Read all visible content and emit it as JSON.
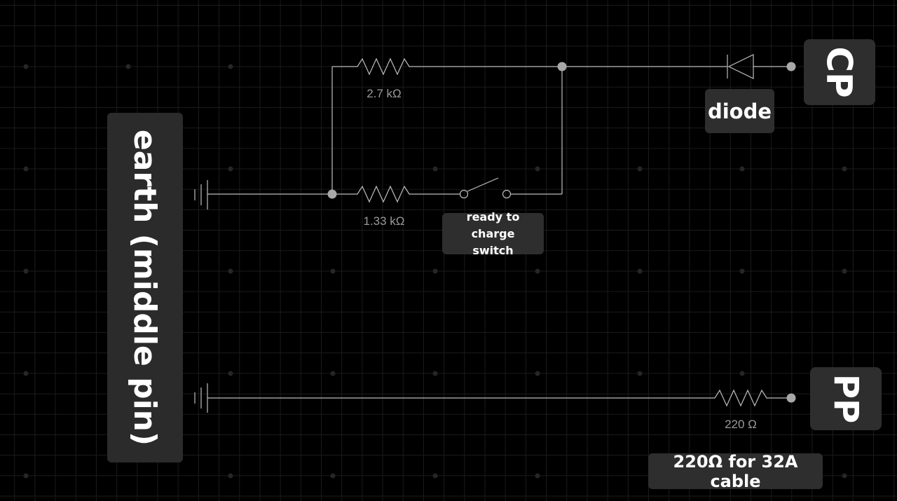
{
  "colors": {
    "background": "#000000",
    "grid": "#1b1b1b",
    "wire": "#bdbdbd",
    "node": "#a8a8a8",
    "value_text": "#9a9a9a",
    "tag_background": "#2e2e2e",
    "tag_text": "#ffffff"
  },
  "labels": {
    "earth": "earth (middle pin)",
    "cp": "CP",
    "pp": "PP",
    "diode": "diode",
    "switch_line1": "ready to charge",
    "switch_line2": "switch",
    "cable_note": "220Ω for 32A cable"
  },
  "values": {
    "r_top": "2.7 kΩ",
    "r_mid": "1.33 kΩ",
    "r_pp": "220 Ω"
  },
  "icons": {
    "ground": "ground-symbol",
    "resistor": "resistor-zigzag",
    "switch": "spst-switch-open",
    "diode": "diode-symbol"
  }
}
